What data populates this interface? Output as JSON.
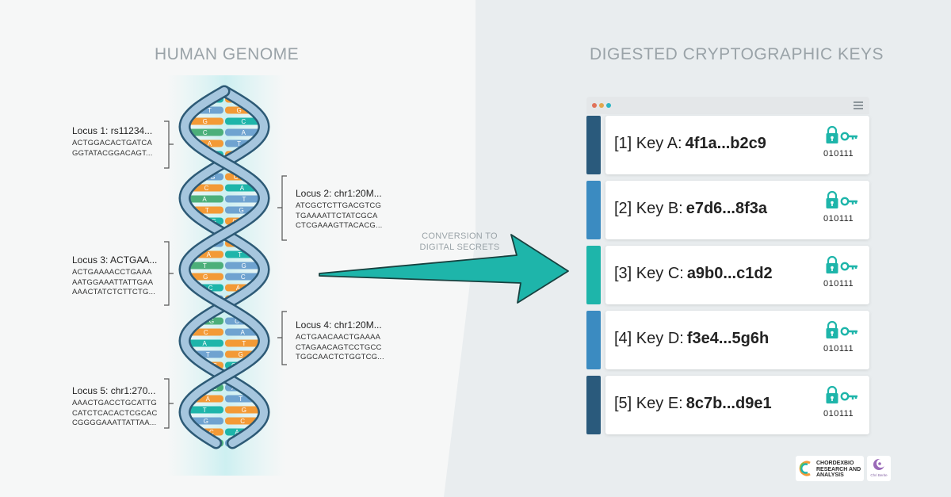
{
  "titles": {
    "left": "HUMAN GENOME",
    "right": "DIGESTED CRYPTOGRAPHIC KEYS"
  },
  "loci": [
    {
      "header": "Locus 1: rs11234...",
      "seqs": [
        "ACTGGACACTGATCA",
        "GGTATACGGACAGT..."
      ]
    },
    {
      "header": "Locus 2: chr1:20M...",
      "seqs": [
        "ATCGCTCTTGACGTCG",
        "TGAAAATTCTATCGCA",
        "CTCGAAAGTTACACG..."
      ]
    },
    {
      "header": "Locus 3: ACTGAA...",
      "seqs": [
        "ACTGAAAACCTGAAA",
        "AATGGAAATTATTGAA",
        "AAACTATCTCTTCTG..."
      ]
    },
    {
      "header": "Locus 4: chr1:20M...",
      "seqs": [
        "ACTGAACAACTGAAAA",
        "CTAGAACAGTCCTGCC",
        "TGGCAACTCTGGTCG..."
      ]
    },
    {
      "header": "Locus 5: chr1:270...",
      "seqs": [
        "AAACTGACCTGCATTG",
        "CATCTCACACTCGCAC",
        "CGGGGAAATTATTAA..."
      ]
    }
  ],
  "conversion_label": {
    "line1": "CONVERSION TO",
    "line2": "DIGITAL SECRETS"
  },
  "base_letters": [
    "A",
    "T",
    "G",
    "C"
  ],
  "keys": [
    {
      "label": "[1] Key A:",
      "value": "4f1a...b2c9",
      "bits": "010111",
      "strip_color": "#2a5a7c"
    },
    {
      "label": "[2] Key B:",
      "value": "e7d6...8f3a",
      "bits": "010111",
      "strip_color": "#3b8bc1"
    },
    {
      "label": "[3] Key C:",
      "value": "a9b0...c1d2",
      "bits": "010111",
      "strip_color": "#1eb5aa"
    },
    {
      "label": "[4] Key D:",
      "value": "f3e4...5g6h",
      "bits": "010111",
      "strip_color": "#3b8bc1"
    },
    {
      "label": "[5] Key E:",
      "value": "8c7b...d9e1",
      "bits": "010111",
      "strip_color": "#2a5a7c"
    }
  ],
  "logos": {
    "logo1_lines": [
      "CHORDEXBIO",
      "RESEARCH AND",
      "ANALYSIS"
    ],
    "logo2_sub": "Chri Berite"
  },
  "colors": {
    "teal": "#1eb5aa",
    "navy": "#2a5a7c",
    "blue": "#3b8bc1",
    "orange": "#f39a36",
    "rung_blue": "#6fa3d0",
    "green": "#4caf7a"
  }
}
